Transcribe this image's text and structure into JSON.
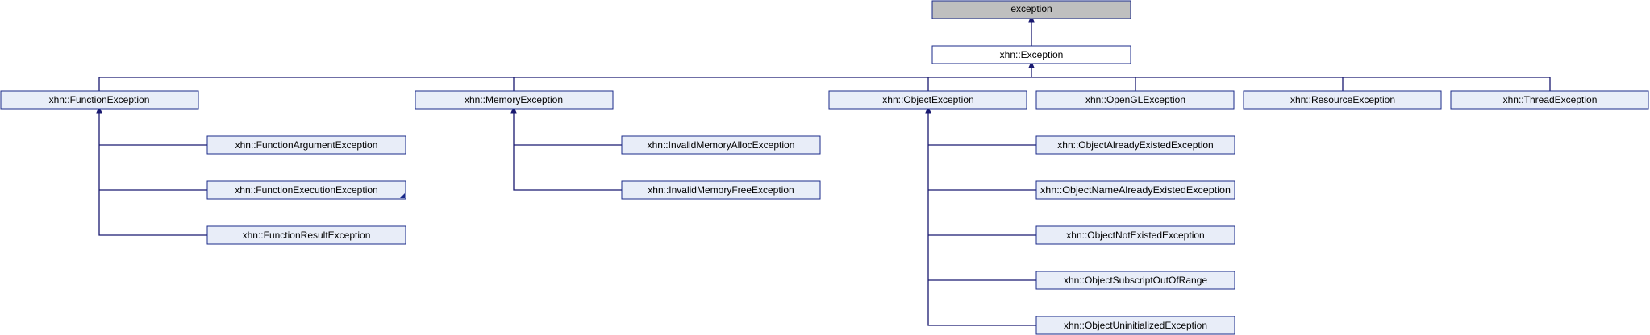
{
  "diagram": {
    "colors": {
      "root_fill": "#bfbfbf",
      "class_fill": "#e8edf8",
      "highlight_fill": "#ffffff",
      "border": "#1a2a8a",
      "edge": "#191970"
    },
    "nodes": {
      "exception": "exception",
      "xhn_exception": "xhn::Exception",
      "function_exception": "xhn::FunctionException",
      "memory_exception": "xhn::MemoryException",
      "object_exception": "xhn::ObjectException",
      "opengl_exception": "xhn::OpenGLException",
      "resource_exception": "xhn::ResourceException",
      "thread_exception": "xhn::ThreadException",
      "function_argument_exception": "xhn::FunctionArgumentException",
      "function_execution_exception": "xhn::FunctionExecutionException",
      "function_result_exception": "xhn::FunctionResultException",
      "invalid_memory_alloc_exception": "xhn::InvalidMemoryAllocException",
      "invalid_memory_free_exception": "xhn::InvalidMemoryFreeException",
      "object_already_existed_exception": "xhn::ObjectAlreadyExistedException",
      "object_name_already_existed_exception": "xhn::ObjectNameAlreadyExistedException",
      "object_not_existed_exception": "xhn::ObjectNotExistedException",
      "object_subscript_out_of_range": "xhn::ObjectSubscriptOutOfRange",
      "object_uninitialized_exception": "xhn::ObjectUninitializedException"
    }
  }
}
